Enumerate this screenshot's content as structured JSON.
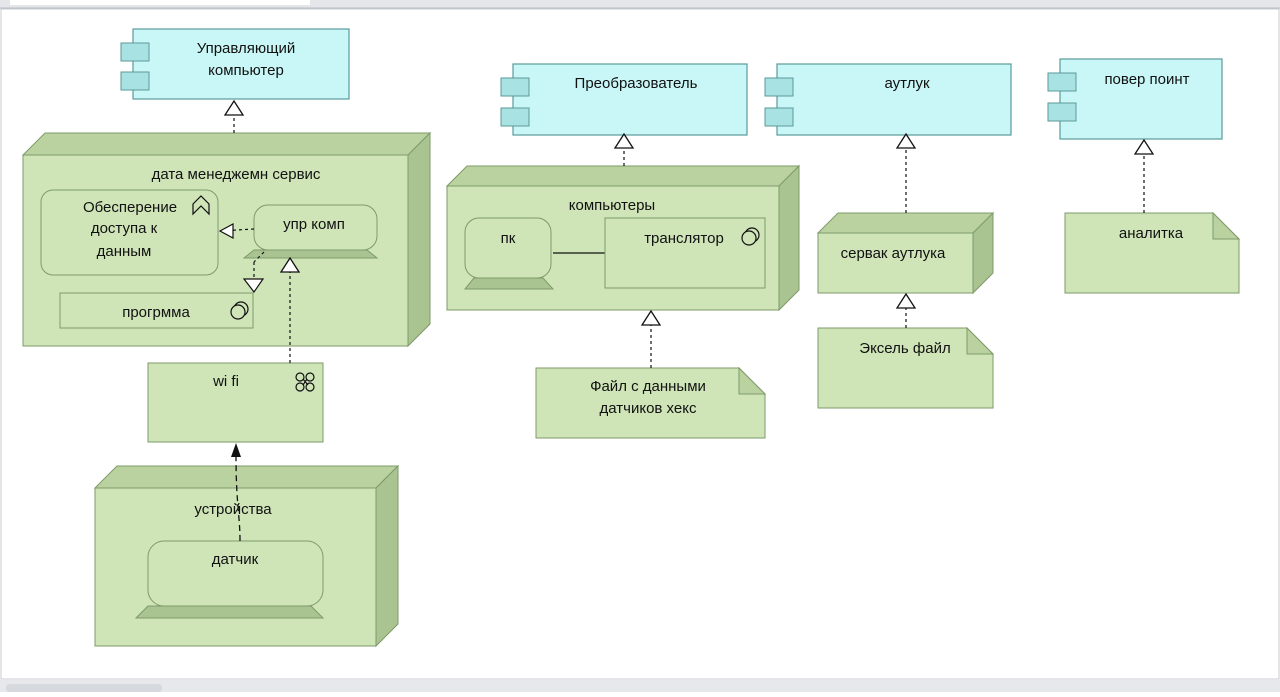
{
  "colors": {
    "component_fill": "#c9f7f7",
    "component_stroke": "#5a9a9a",
    "node_front": "#cfe5b8",
    "node_top": "#b9d2a0",
    "node_side": "#a9c391",
    "node_stroke": "#7f9a6a",
    "tab_bar": "#e4e6ea"
  },
  "components": {
    "upr_comp": "Управляющий",
    "upr_comp_2": "компьютер",
    "preobr": "Преобразователь",
    "autluk": "аутлук",
    "pover": "повер поинт"
  },
  "nodes": {
    "data_mgmt": "дата менеджемн сервис",
    "computers": "компьютеры",
    "server": "сервак аутлука",
    "devices": "устройства"
  },
  "elements": {
    "access_1": "Обесперение",
    "access_2": "доступа к",
    "access_3": "данным",
    "upr_komp": "упр комп",
    "program": "прогрмма",
    "wifi": "wi fi",
    "pk": "пк",
    "translator": "транслятор",
    "sensor": "датчик",
    "hex_1": "Файл с данными",
    "hex_2": "датчиков хекс",
    "excel": "Эксель файл",
    "analytics": "аналитка"
  }
}
